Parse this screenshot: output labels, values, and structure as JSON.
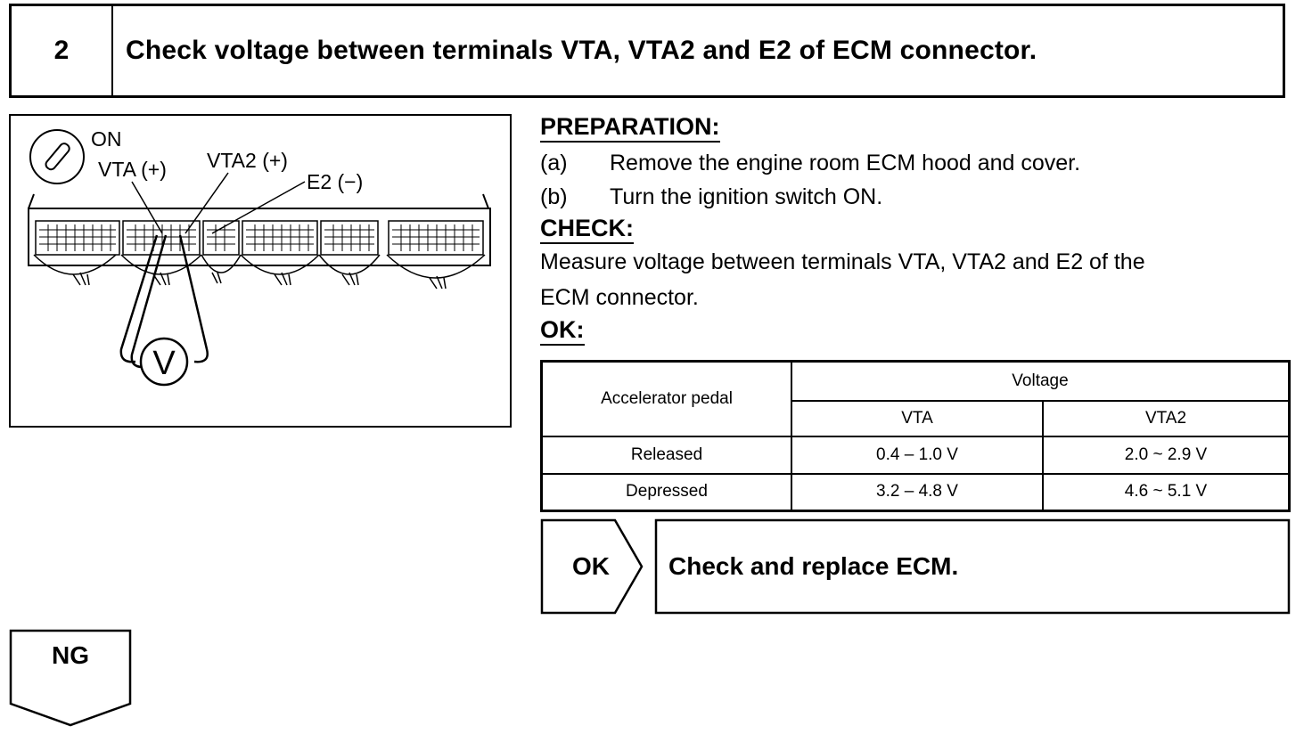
{
  "header": {
    "step_number": "2",
    "title": "Check voltage between terminals VTA, VTA2 and E2 of ECM connector."
  },
  "figure": {
    "switch_label": "ON",
    "vta_label": "VTA (+)",
    "vta2_label": "VTA2 (+)",
    "e2_label": "E2 (−)",
    "meter_symbol": "V",
    "icons": [
      "ignition-key-icon",
      "voltmeter-icon",
      "ecm-connector-icon"
    ]
  },
  "preparation": {
    "heading": "PREPARATION:",
    "steps": [
      {
        "letter": "(a)",
        "text": "Remove the engine room ECM hood and cover."
      },
      {
        "letter": "(b)",
        "text": "Turn the ignition switch ON."
      }
    ]
  },
  "check": {
    "heading": "CHECK:",
    "lines": [
      "Measure voltage between terminals VTA, VTA2 and E2 of the",
      "ECM connector."
    ]
  },
  "ok_section": {
    "heading": "OK:"
  },
  "spec_table": {
    "col_header": "Accelerator pedal",
    "group_header": "Voltage",
    "sub_headers": [
      "VTA",
      "VTA2"
    ],
    "rows": [
      {
        "pedal": "Released",
        "vta": "0.4 – 1.0 V",
        "vta2": "2.0 ~ 2.9 V"
      },
      {
        "pedal": "Depressed",
        "vta": "3.2 – 4.8 V",
        "vta2": "4.6 ~ 5.1 V"
      }
    ]
  },
  "result_ok": {
    "label": "OK",
    "action": "Check and replace ECM."
  },
  "result_ng": {
    "label": "NG"
  }
}
